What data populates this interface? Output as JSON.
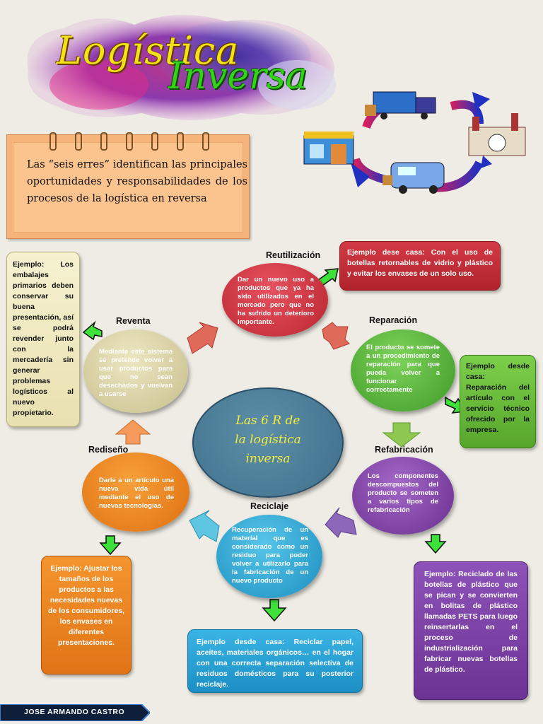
{
  "title": {
    "line1": "Logística",
    "line2": "Inversa"
  },
  "intro": "Las “seis erres” identifican las principales oportunidades y responsabilidades de los procesos de la logística en reversa",
  "center": {
    "line1": "Las 6 R de",
    "line2": "la logística",
    "line3": "inversa"
  },
  "nodes": {
    "reutilizacion": {
      "label": "Reutilización",
      "text": "Dar un nuevo uso a productos que ya ha sido utilizados en el mercado pero que no ha sufrido un deterioro importante."
    },
    "reparacion": {
      "label": "Reparación",
      "text": "El producto se somete a un procedimiento de reparación para que pueda volver a funcionar correctamente"
    },
    "refabricacion": {
      "label": "Refabricación",
      "text": "Los componentes descompuestos del producto se someten a varios tipos de refabricación"
    },
    "reciclaje": {
      "label": "Reciclaje",
      "text": "Recuperación de un material que es considerado como un residuo para poder volver a utilizarlo para la fabricación de un nuevo producto"
    },
    "rediseno": {
      "label": "Rediseño",
      "text": "Darle a un artículo una nueva vida útil mediante el uso de nuevas tecnologías."
    },
    "reventa": {
      "label": "Reventa",
      "text": "Mediante este sistema se pretende volver a usar productos para que no sean desechados y vuelvan a usarse"
    }
  },
  "examples": {
    "reutilizacion": "Ejemplo dese casa: Con el uso de botellas retornables de vidrio y plástico y evitar los envases de un solo uso.",
    "reparacion": {
      "title": "Ejemplo desde casa:",
      "text": "Reparación del artículo con el servicio técnico ofrecido por la empresa."
    },
    "refabricacion": "Ejemplo: Reciclado de las botellas de plástico que se pican y se convierten en bolitas de plástico llamadas PETS para luego reinsertarlas en el proceso de industrialización para fabricar nuevas botellas de plástico.",
    "reciclaje": "Ejemplo desde casa: Reciclar papel, aceites, materiales orgánicos… en el hogar con una correcta separación selectiva de residuos domésticos para su posterior reciclaje.",
    "rediseno": "Ejemplo: Ajustar los tamaños de los productos a las necesidades nuevas de los consumidores, los envases en diferentes presentaciones.",
    "reventa": "Ejemplo: Los embalajes primarios deben conservar su buena presentación, así se podrá revender junto con la mercadería sin generar problemas logísticos al nuevo propietario."
  },
  "footer": "JOSE ARMANDO CASTRO",
  "colors": {
    "red": "#c8313a",
    "green": "#52b032",
    "purple": "#7d3fa0",
    "cyan": "#2aa9d4",
    "orange": "#f08a1c",
    "beige": "#dcd4a6"
  }
}
